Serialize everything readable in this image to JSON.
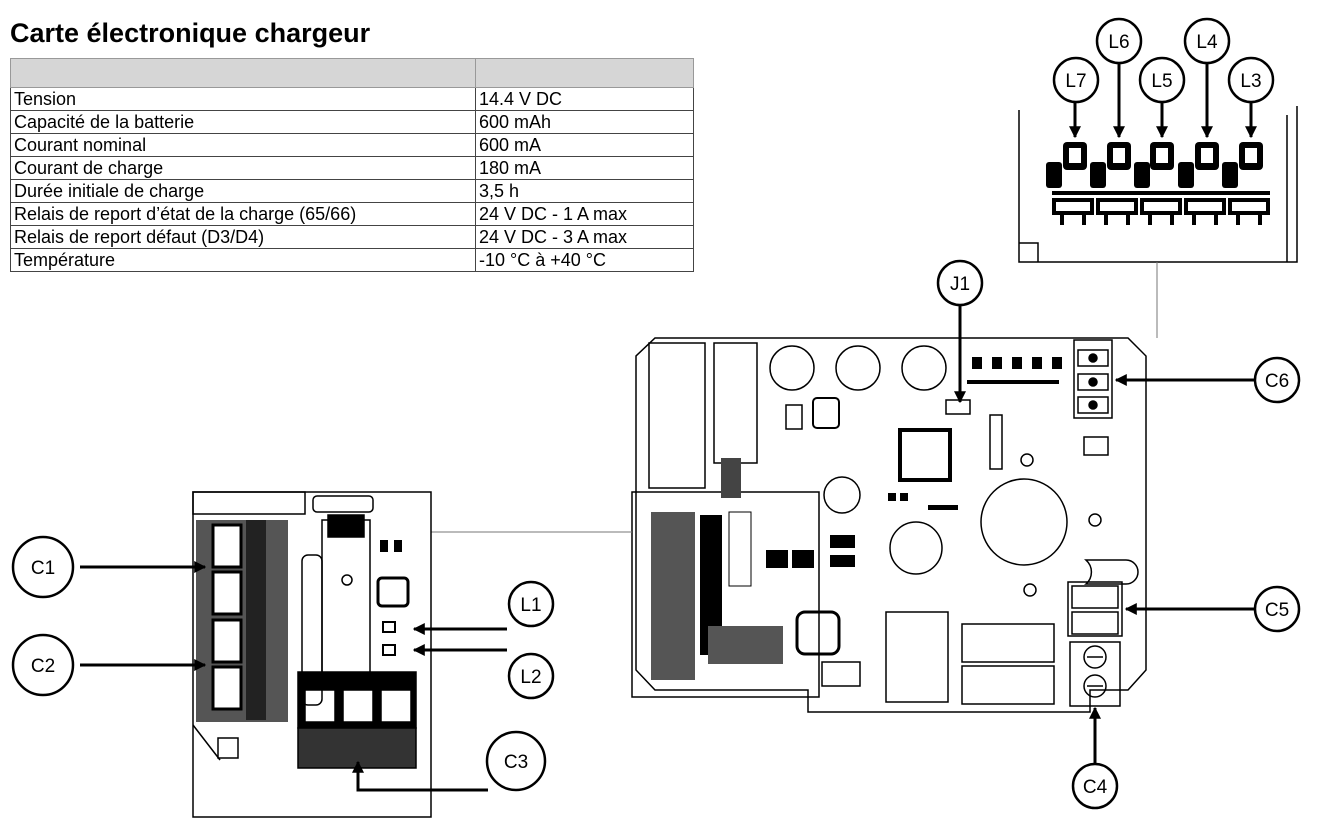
{
  "title": "Carte électronique chargeur",
  "specs": {
    "rows": [
      {
        "label": "Tension",
        "value": "14.4 V DC"
      },
      {
        "label": "Capacité de la batterie",
        "value": "600 mAh"
      },
      {
        "label": "Courant nominal",
        "value": "600 mA"
      },
      {
        "label": "Courant de charge",
        "value": "180 mA"
      },
      {
        "label": "Durée initiale de charge",
        "value": "3,5 h"
      },
      {
        "label": "Relais de report d’état de la charge (65/66)",
        "value": "24 V DC - 1 A max"
      },
      {
        "label": "Relais de report défaut (D3/D4)",
        "value": "24 V DC - 3 A max"
      },
      {
        "label": "Température",
        "value": "-10 °C à +40 °C"
      }
    ]
  },
  "callouts": {
    "l7": "L7",
    "l6": "L6",
    "l5": "L5",
    "l4": "L4",
    "l3": "L3",
    "j1": "J1",
    "c6": "C6",
    "c5": "C5",
    "c4": "C4",
    "c1": "C1",
    "c2": "C2",
    "l1": "L1",
    "l2": "L2",
    "c3": "C3"
  }
}
